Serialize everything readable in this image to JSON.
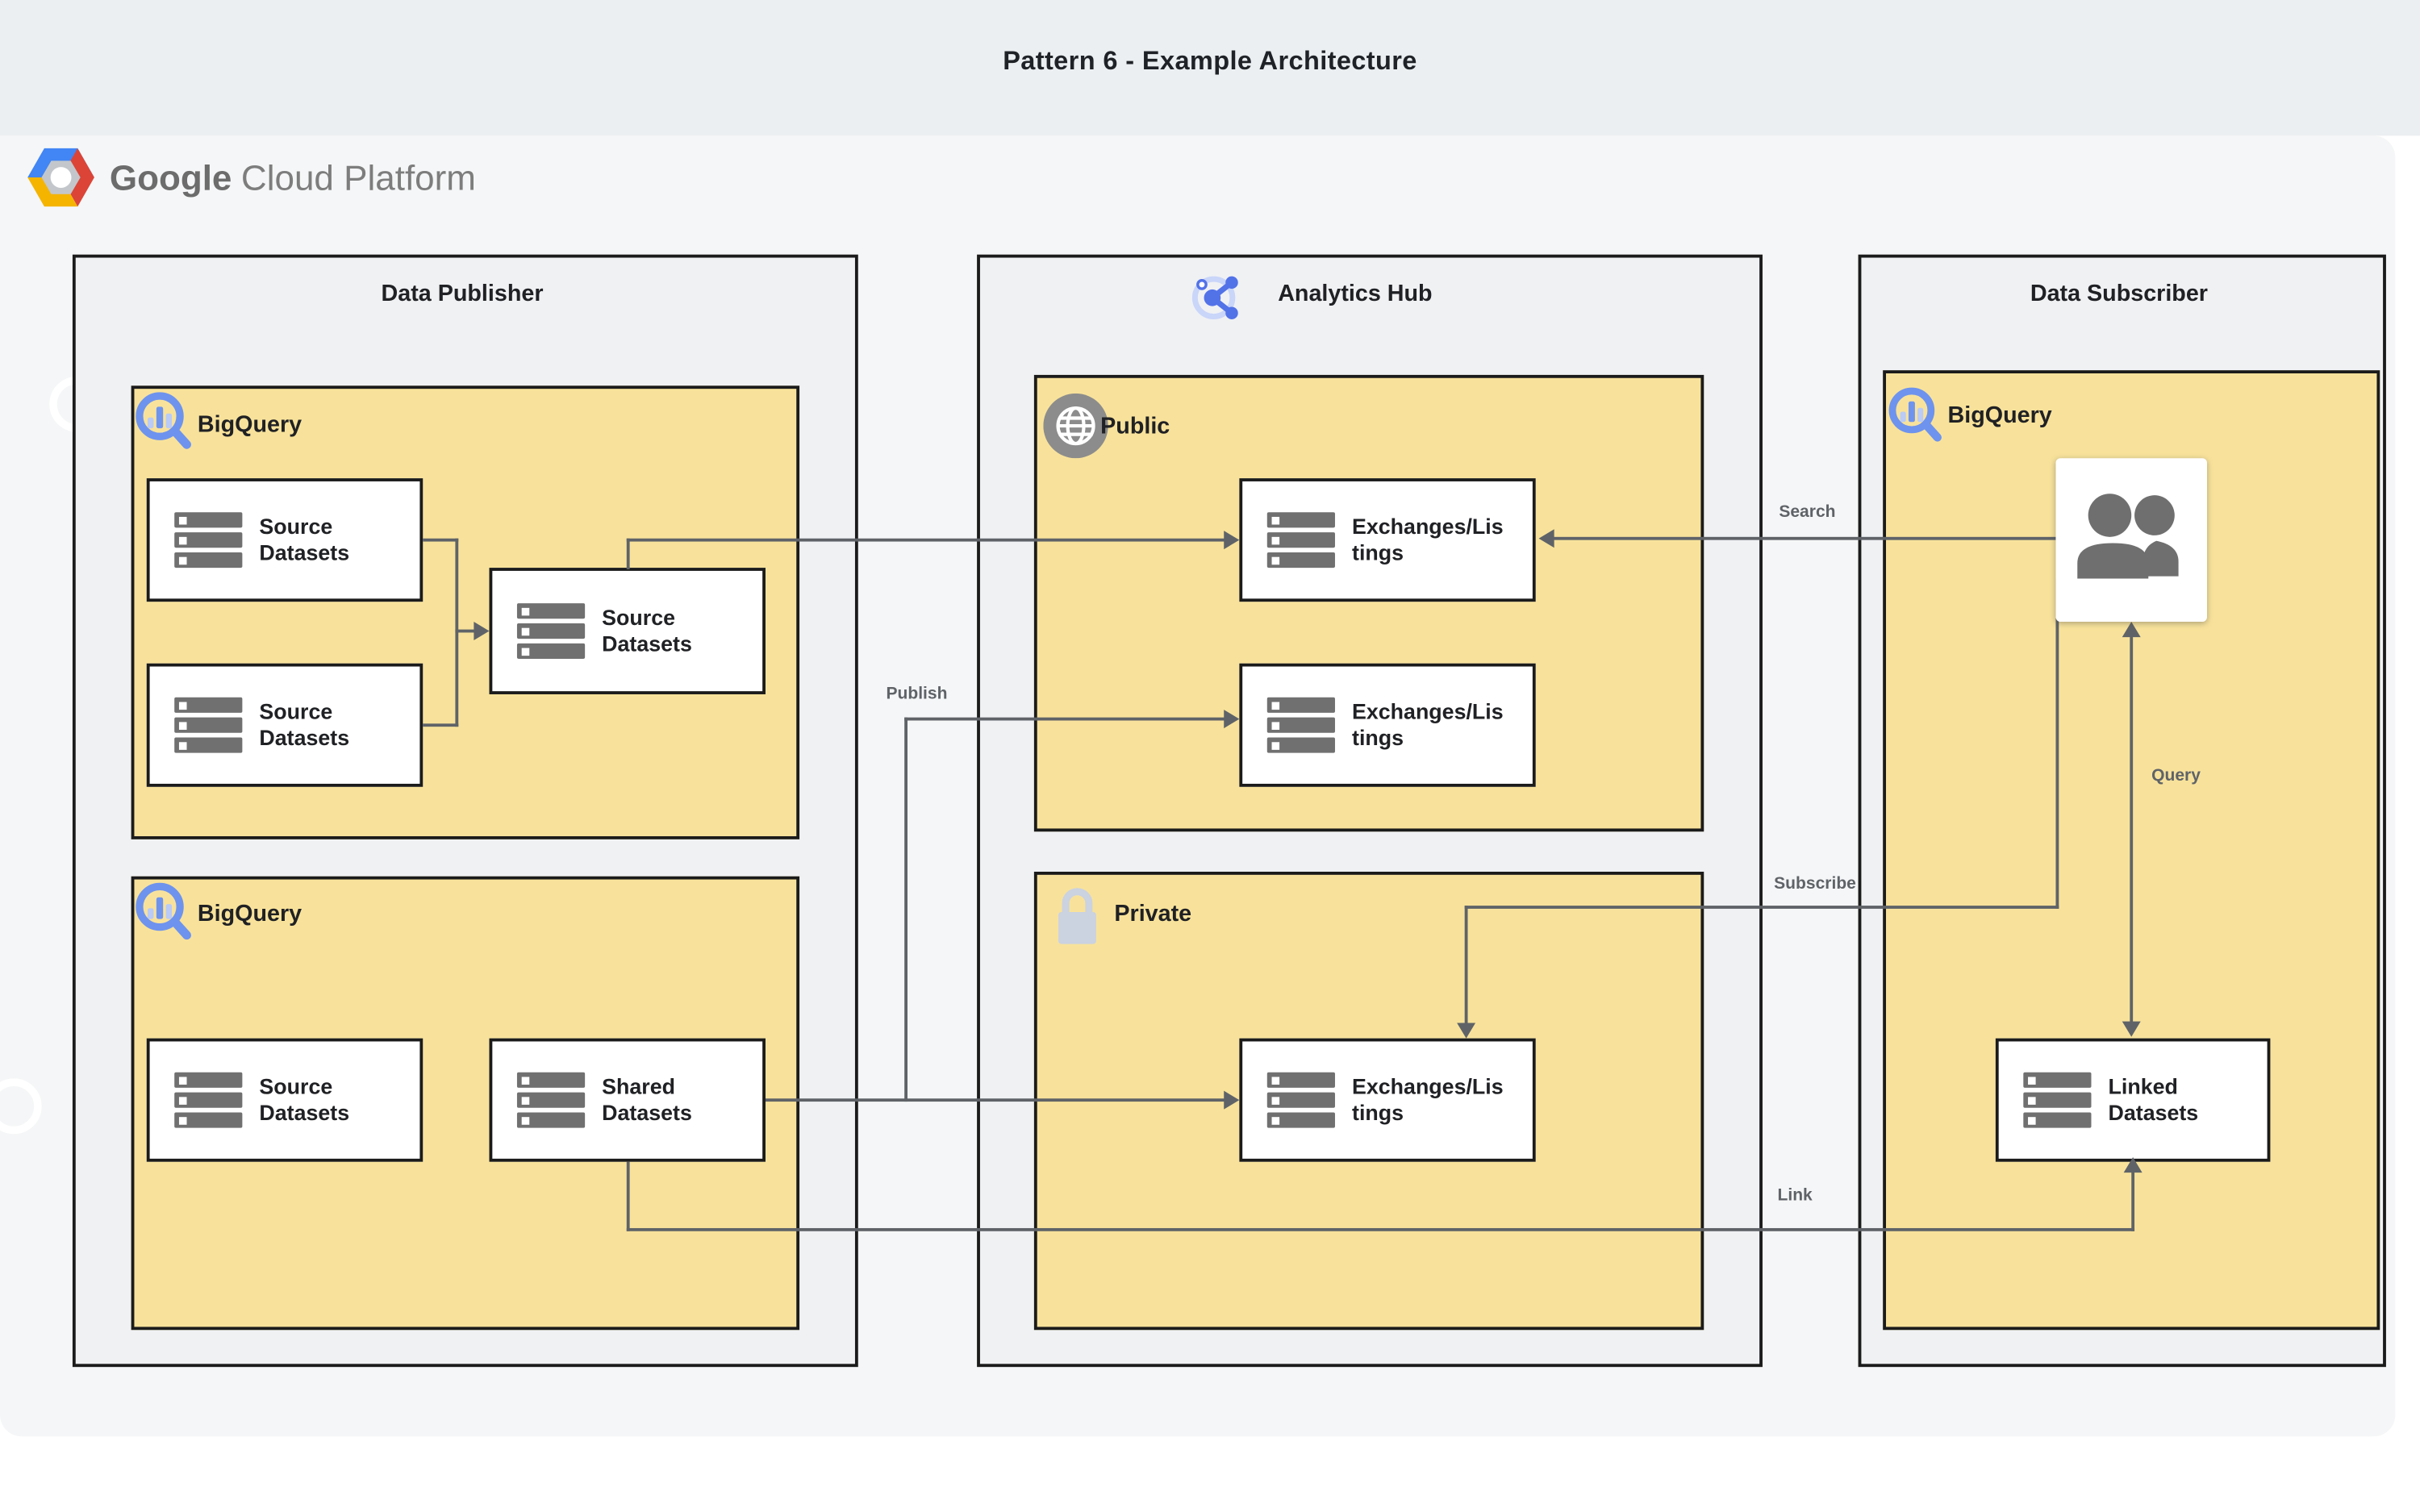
{
  "title": "Pattern 6 - Example Architecture",
  "brand": {
    "google": "Google",
    "rest": "Cloud Platform",
    "logo_icon": "gcp-hexagon-icon"
  },
  "publisher": {
    "title": "Data Publisher",
    "bigquery_top": {
      "label": "BigQuery",
      "icon": "bigquery-icon",
      "source1": "Source\nDatasets",
      "source2": "Source\nDatasets",
      "source3": "Source\nDatasets"
    },
    "bigquery_bottom": {
      "label": "BigQuery",
      "icon": "bigquery-icon",
      "source": "Source\nDatasets",
      "shared": "Shared\nDatasets"
    }
  },
  "hub": {
    "title": "Analytics Hub",
    "icon": "analytics-hub-icon",
    "public": {
      "label": "Public",
      "icon": "globe-icon",
      "exchange1": "Exchanges/Lis\ntings",
      "exchange2": "Exchanges/Lis\ntings"
    },
    "private": {
      "label": "Private",
      "icon": "lock-icon",
      "exchange": "Exchanges/Lis\ntings"
    }
  },
  "subscriber": {
    "title": "Data Subscriber",
    "bigquery": {
      "label": "BigQuery",
      "icon": "bigquery-icon",
      "users_icon": "people-icon",
      "linked": "Linked\nDatasets"
    }
  },
  "connections": {
    "search": "Search",
    "publish": "Publish",
    "subscribe": "Subscribe",
    "query": "Query",
    "link": "Link"
  },
  "colors": {
    "title_band": "#ECEFF1",
    "panel": "#F5F6F7",
    "diagram_yellow": "#F8E29B",
    "connector_gray": "#5F6368",
    "bigquery_blue": "#6E93EE",
    "gcp_blue": "#4285F4",
    "gcp_red": "#DB4437",
    "gcp_yellow": "#F4B400"
  }
}
